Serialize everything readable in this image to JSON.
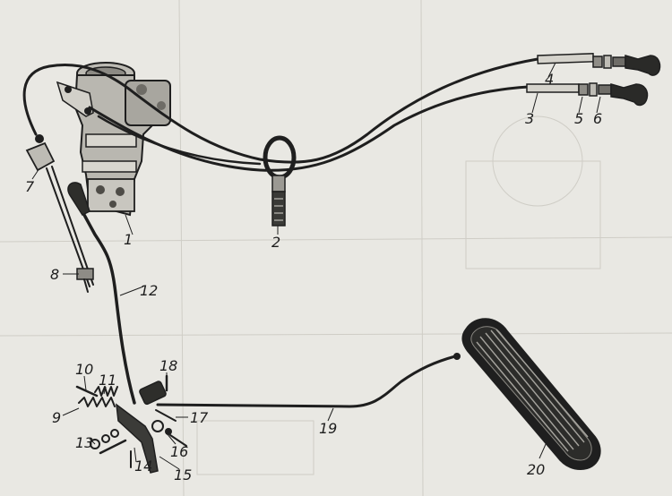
{
  "colors": {
    "paper": "#e9e8e3",
    "ink": "#1f1f1f",
    "faint": "#cfcdc6"
  },
  "callouts": [
    {
      "id": "c1",
      "text": "1"
    },
    {
      "id": "c2",
      "text": "2"
    },
    {
      "id": "c3",
      "text": "3"
    },
    {
      "id": "c4",
      "text": "4"
    },
    {
      "id": "c5",
      "text": "5"
    },
    {
      "id": "c6",
      "text": "6"
    },
    {
      "id": "c7",
      "text": "7"
    },
    {
      "id": "c8",
      "text": "8"
    },
    {
      "id": "c9",
      "text": "9"
    },
    {
      "id": "c10",
      "text": "10"
    },
    {
      "id": "c11",
      "text": "11"
    },
    {
      "id": "c12",
      "text": "12"
    },
    {
      "id": "c13",
      "text": "13"
    },
    {
      "id": "c14",
      "text": "14"
    },
    {
      "id": "c15",
      "text": "15"
    },
    {
      "id": "c16",
      "text": "16"
    },
    {
      "id": "c17",
      "text": "17"
    },
    {
      "id": "c18",
      "text": "18"
    },
    {
      "id": "c19",
      "text": "19"
    },
    {
      "id": "c20",
      "text": "20"
    }
  ]
}
